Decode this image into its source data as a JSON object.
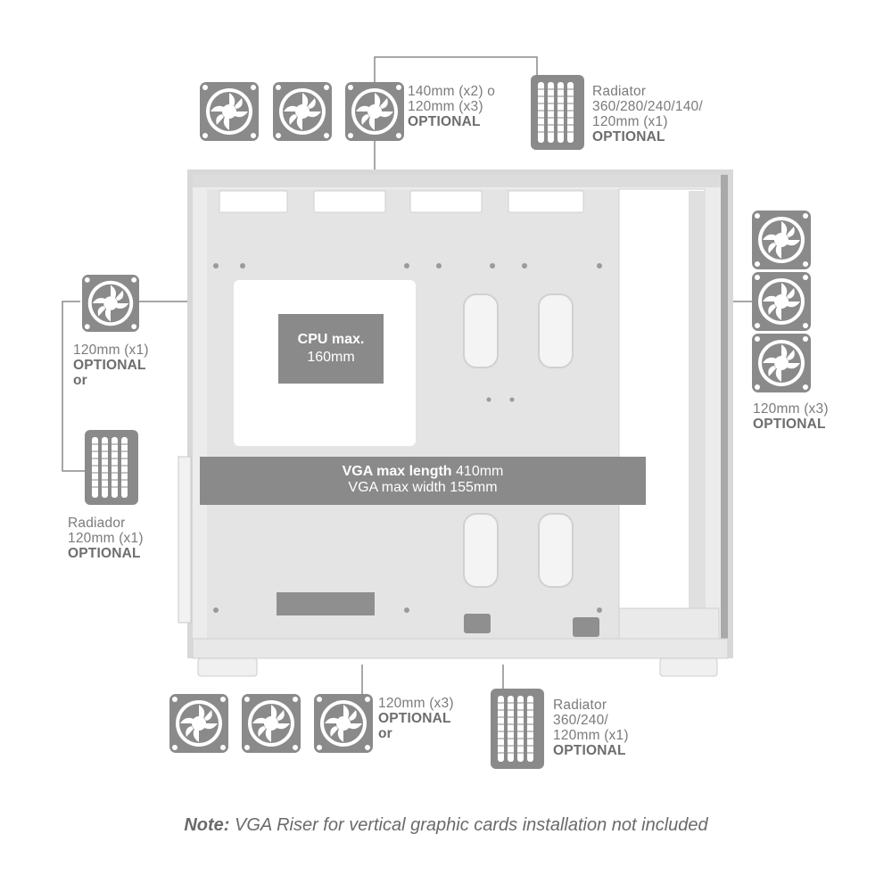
{
  "cpu": {
    "title": "CPU max.",
    "value": "160mm"
  },
  "vga": {
    "length_label": "VGA max length",
    "length_value": "410mm",
    "width_text": "VGA max width 155mm"
  },
  "top_fans": {
    "line1": "140mm (x2) o",
    "line2": "120mm (x3)",
    "optional": "OPTIONAL"
  },
  "top_radiator": {
    "line1": "Radiator",
    "line2": "360/280/240/140/",
    "line3": "120mm (x1)",
    "optional": "OPTIONAL"
  },
  "rear_fan": {
    "line1": "120mm (x1)",
    "optional": "OPTIONAL",
    "or": "or"
  },
  "rear_radiator": {
    "line1": "Radiador",
    "line2": "120mm (x1)",
    "optional": "OPTIONAL"
  },
  "front_fans": {
    "line1": "120mm (x3)",
    "optional": "OPTIONAL"
  },
  "bottom_fans": {
    "line1": "120mm (x3)",
    "optional": "OPTIONAL",
    "or": "or"
  },
  "bottom_radiator": {
    "line1": "Radiator",
    "line2": "360/240/",
    "line3": "120mm (x1)",
    "optional": "OPTIONAL"
  },
  "note": {
    "bold": "Note:",
    "text": " VGA Riser for vertical graphic cards installation not included"
  },
  "colors": {
    "icon_gray": "#8a8a8a",
    "panel": "#e6e6e6",
    "frame": "#cfcfcf",
    "text": "#7b7b7b"
  }
}
